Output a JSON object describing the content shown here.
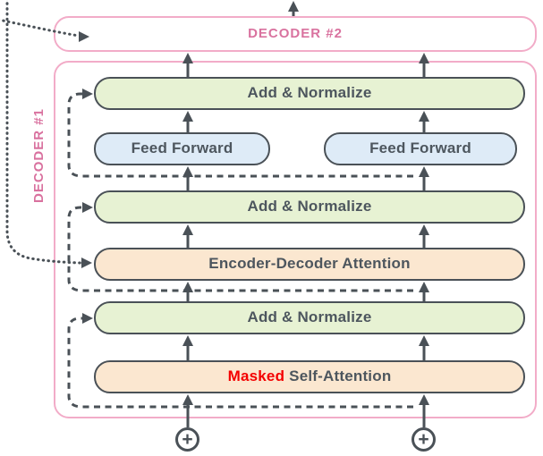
{
  "diagram": {
    "decoder2_label": "DECODER #2",
    "decoder1_label": "DECODER #1",
    "boxes": {
      "add_norm_top": {
        "label": "Add & Normalize"
      },
      "ff_left": {
        "label": "Feed Forward"
      },
      "ff_right": {
        "label": "Feed Forward"
      },
      "add_norm_mid": {
        "label": "Add & Normalize"
      },
      "enc_dec_attention": {
        "label": "Encoder-Decoder Attention"
      },
      "add_norm_bottom": {
        "label": "Add & Normalize"
      },
      "masked_self_attention": {
        "masked_word": "Masked",
        "rest": "Self-Attention"
      }
    },
    "symbols": {
      "input_left": "+",
      "input_right": "+"
    },
    "colors": {
      "frame_pink": "#F2ACC8",
      "label_pink": "#D9729F",
      "line_slate": "#4A5157",
      "text_slate": "#4D565E",
      "add_normalize_green": "#E7F2D3",
      "feed_forward_blue": "#DEEBF7",
      "attention_peach": "#FBE7D0",
      "masked_red": "#F40000"
    }
  }
}
